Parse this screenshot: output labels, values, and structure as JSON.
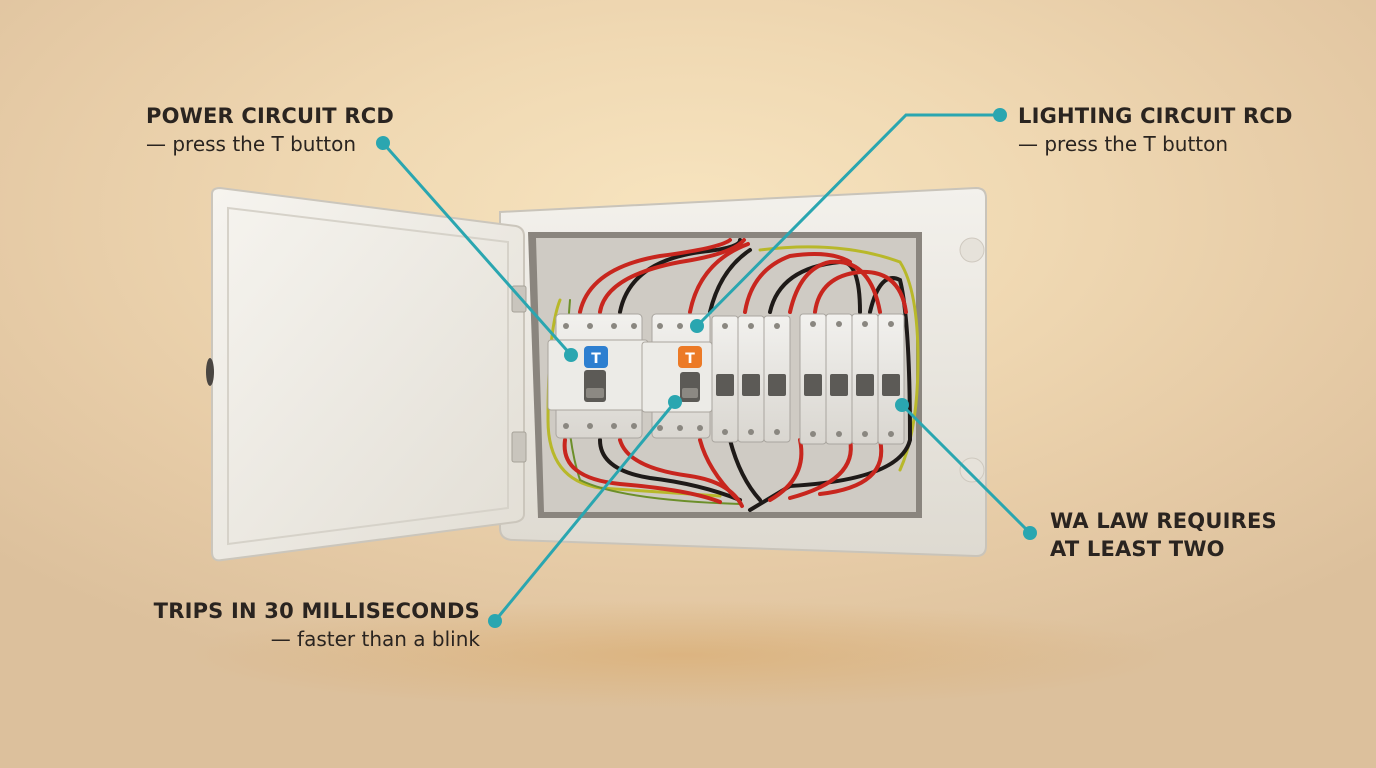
{
  "callouts": {
    "power": {
      "title": "POWER CIRCUIT RCD",
      "subtitle": "— press the T button"
    },
    "lighting": {
      "title": "LIGHTING CIRCUIT RCD",
      "subtitle": "— press the T button"
    },
    "trips": {
      "title": "TRIPS IN 30 MILLISECONDS",
      "subtitle": "— faster than a blink"
    },
    "wa_law": {
      "line1": "WA LAW REQUIRES",
      "line2": "AT LEAST TWO"
    }
  },
  "rcd_buttons": {
    "power": "T",
    "lighting": "T"
  },
  "colors": {
    "callout_line": "#2aa6b0",
    "power_test_button": "#2d7fd0",
    "lighting_test_button": "#ec7a26",
    "wire_active": "#c8261e",
    "wire_neutral": "#1e1a18",
    "wire_earth": "#b8b82a"
  }
}
